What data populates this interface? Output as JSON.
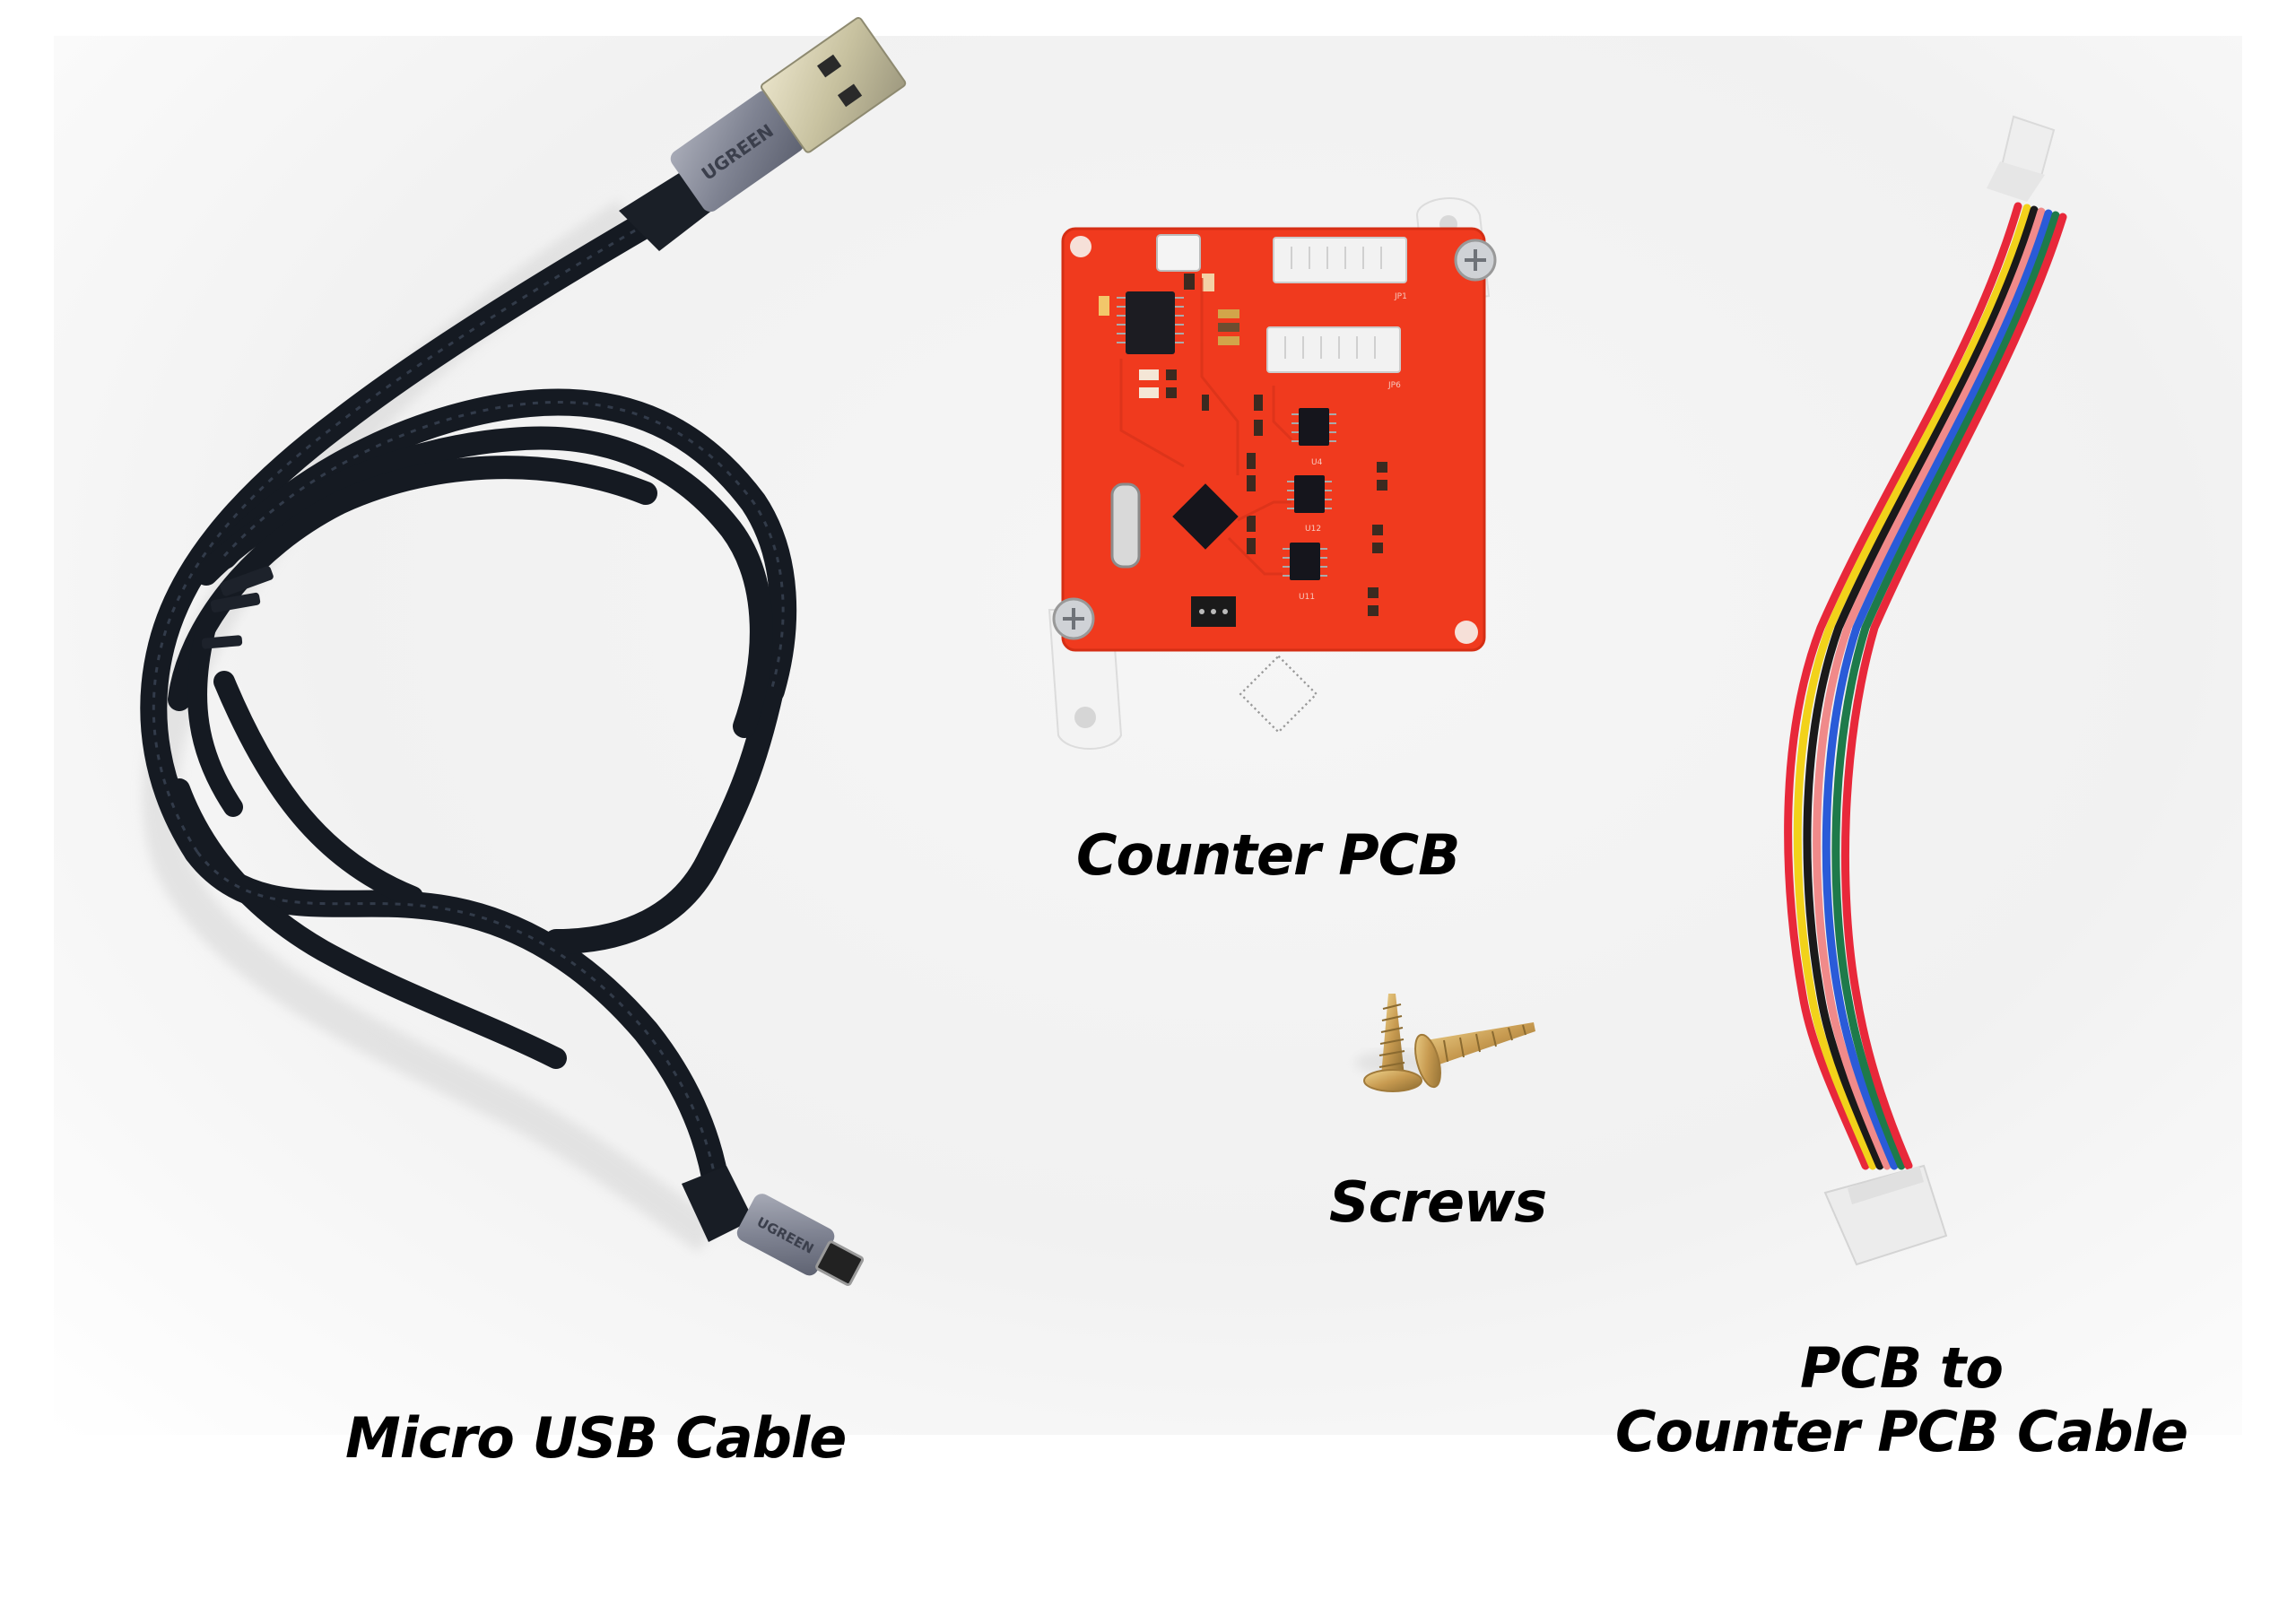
{
  "items": [
    {
      "id": "micro-usb-cable",
      "label": "Micro USB Cable"
    },
    {
      "id": "counter-pcb",
      "label": "Counter PCB"
    },
    {
      "id": "screws",
      "label": "Screws"
    },
    {
      "id": "pcb-cable",
      "label_line1": "PCB to",
      "label_line2": "Counter PCB Cable"
    }
  ],
  "usb_brand_text": "UGREEN",
  "pcb_silkscreen": {
    "connector_top": "JP1",
    "connector_bottom": "JP6",
    "ic_1": "U4",
    "ic_2": "U12",
    "ic_3": "U11"
  },
  "colors": {
    "pcb": "#f03a1e",
    "cable_braid": "#14181f",
    "connector_white": "#f2f2f2",
    "plug_metal": "#8b8e9c",
    "wire_red": "#e8283a",
    "wire_yellow": "#f2d21a",
    "wire_black": "#1a1a1a",
    "wire_pink": "#f08a8a",
    "wire_blue": "#2a5bd8",
    "wire_green": "#1e7a4a",
    "screw_brass": "#c9a45a"
  }
}
